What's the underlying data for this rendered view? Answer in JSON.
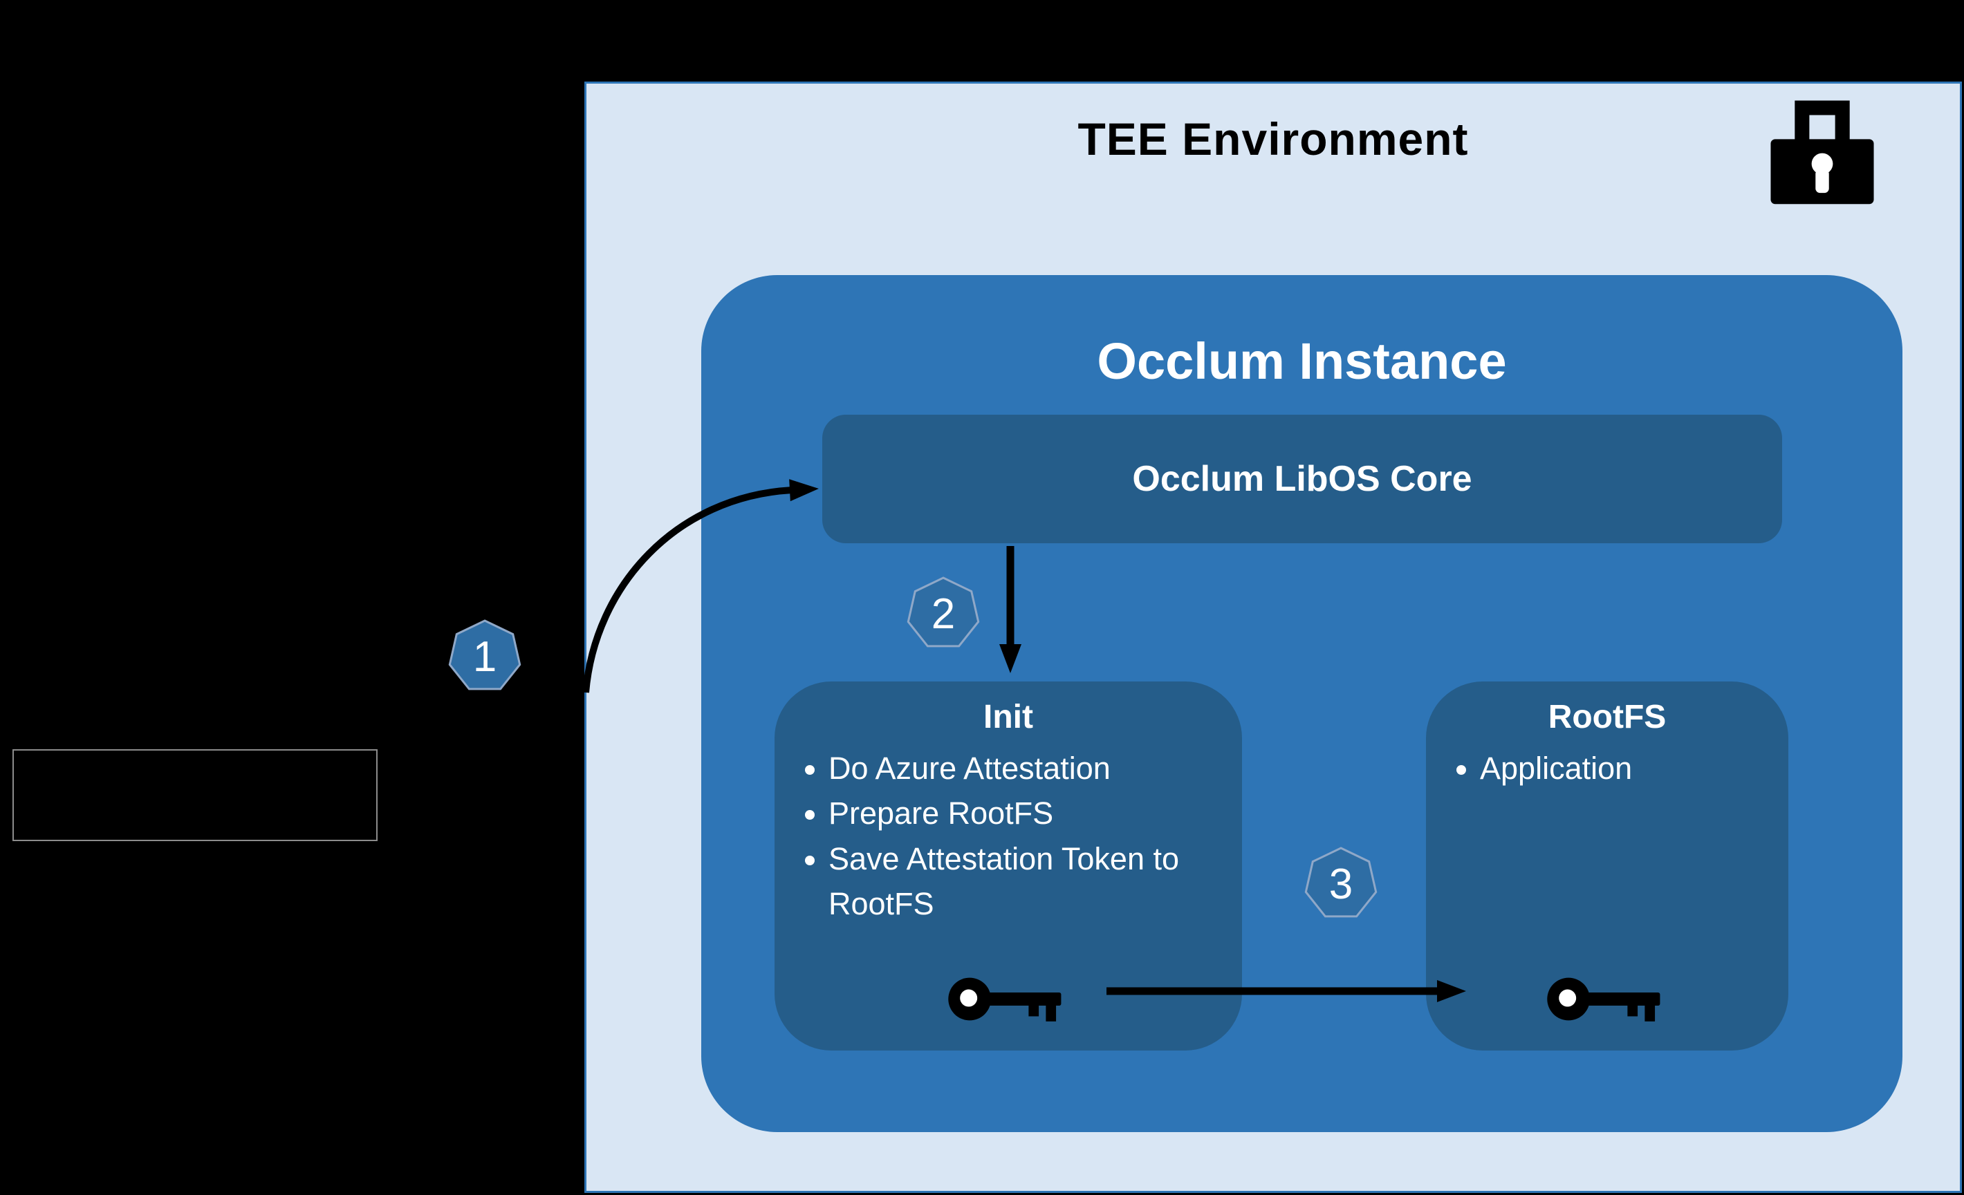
{
  "tee": {
    "title": "TEE Environment",
    "bg_color": "#d9e6f4",
    "border_color": "#2e75b6"
  },
  "occlum": {
    "title": "Occlum Instance",
    "bg_color": "#2e75b6",
    "inner_box_color": "#255d8a",
    "libos_core": {
      "label": "Occlum LibOS Core"
    },
    "init": {
      "title": "Init",
      "bullets": [
        "Do Azure Attestation",
        "Prepare RootFS",
        "Save Attestation Token to RootFS"
      ]
    },
    "rootfs": {
      "title": "RootFS",
      "bullets": [
        "Application"
      ]
    }
  },
  "badges": {
    "one": "1",
    "two": "2",
    "three": "3"
  },
  "icons": {
    "lock": "lock-icon",
    "init_key": "key-icon",
    "rootfs_key": "key-icon"
  },
  "colors": {
    "badge_fill": "#2e6da4",
    "badge_stroke": "#8fa8c8",
    "arrow": "#000000"
  }
}
